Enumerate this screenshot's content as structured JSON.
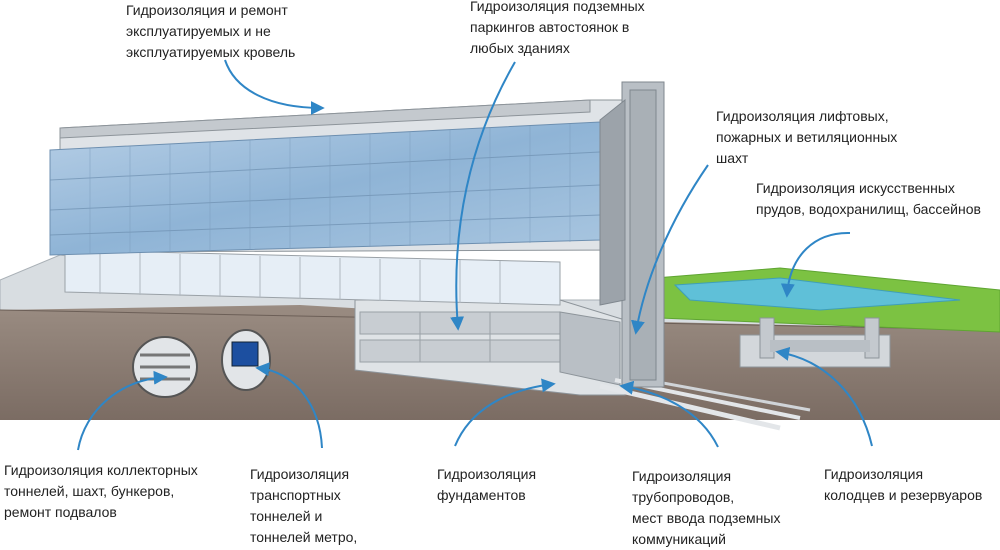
{
  "labels": {
    "roofs": "Гидроизоляция  и ремонт\nэксплуатируемых и не\nэксплуатируемых кровель",
    "parking": "Гидроизоляция  подземных\nпаркингов автостоянок в\nлюбых зданиях",
    "shafts": "Гидроизоляция  лифтовых,\nпожарных и ветиляционных\nшахт",
    "ponds": "Гидроизоляция  искусственных\nпрудов, водохранилищ, бассейнов",
    "collector": "Гидроизоляция  коллекторных\nтоннелей, шахт, бункеров,\nремонт подвалов",
    "transport": "Гидроизоляция\nтранспортных\nтоннелей и\nтоннелей метро,",
    "foundations": "Гидроизоляция\nфундаментов",
    "pipelines": "Гидроизоляция\nтрубопроводов,\nмест ввода подземных\nкоммуникаций",
    "wells": "Гидроизоляция\nколодцев и резервуаров"
  },
  "colors": {
    "arrow": "#2f86c6",
    "glass": "#8fb4d6",
    "soil": "#8a7b72",
    "grass": "#7cc242",
    "water": "#5fc0d8",
    "concrete": "#c9ced3"
  }
}
